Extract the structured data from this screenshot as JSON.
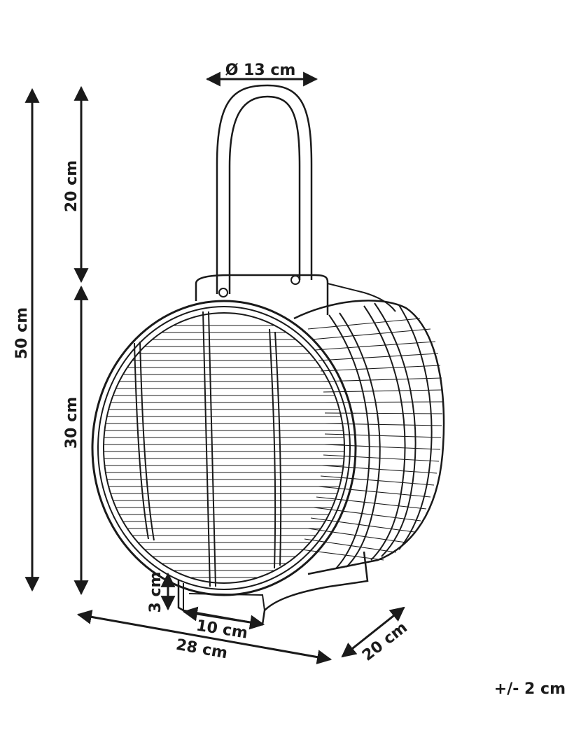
{
  "dimensions": {
    "handle_diameter": "Ø 13 cm",
    "handle_height": "20 cm",
    "total_height": "50 cm",
    "body_height": "30 cm",
    "foot_height": "3 cm",
    "base_width": "10 cm",
    "total_width": "28 cm",
    "depth": "20 cm"
  },
  "tolerance": "+/- 2 cm"
}
